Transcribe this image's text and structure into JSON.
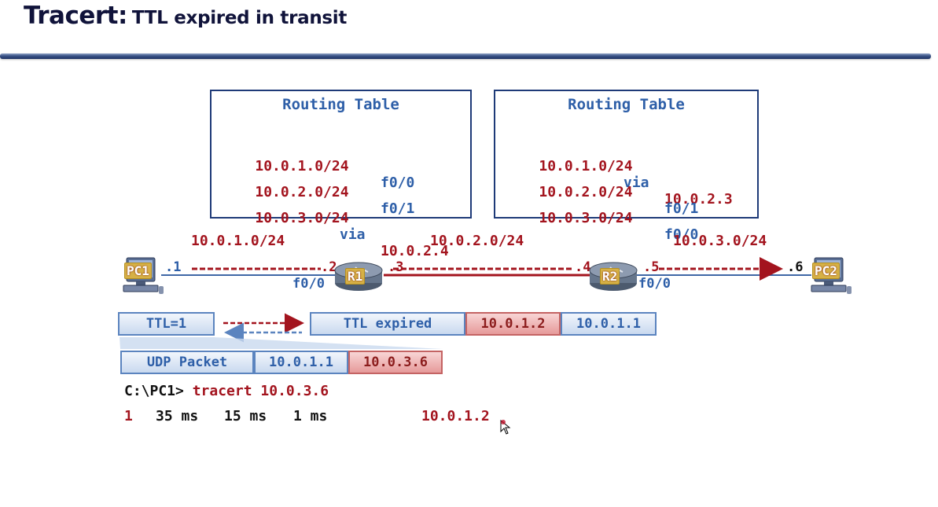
{
  "title": {
    "main": "Tracert:",
    "sub": "TTL expired in transit"
  },
  "routing_tables": [
    {
      "title": "Routing Table",
      "rows": [
        {
          "network": "10.0.1.0/24",
          "next": "f0/0"
        },
        {
          "network": "10.0.2.0/24",
          "next": "f0/1"
        },
        {
          "network": "10.0.3.0/24",
          "via": "via",
          "next": "10.0.2.4"
        }
      ]
    },
    {
      "title": "Routing Table",
      "rows": [
        {
          "network": "10.0.1.0/24",
          "via": "via",
          "next": "10.0.2.3"
        },
        {
          "network": "10.0.2.0/24",
          "next": "f0/1"
        },
        {
          "network": "10.0.3.0/24",
          "next": "f0/0"
        }
      ]
    }
  ],
  "networks": [
    "10.0.1.0/24",
    "10.0.2.0/24",
    "10.0.3.0/24"
  ],
  "devices": {
    "pc1": "PC1",
    "r1": "R1",
    "r2": "R2",
    "pc2": "PC2"
  },
  "addresses": {
    "pc1": ".1",
    "r1_left": ".2",
    "r1_right": ".3",
    "r2_left": ".4",
    "r2_right": ".5",
    "pc2": ".6"
  },
  "interfaces": {
    "r1": "f0/0",
    "r2": "f0/0"
  },
  "packets": {
    "ttl": "TTL=1",
    "reply": {
      "type": "TTL expired",
      "src": "10.0.1.2",
      "dst": "10.0.1.1"
    },
    "request": {
      "type": "UDP Packet",
      "src": "10.0.1.1",
      "dst": "10.0.3.6"
    }
  },
  "console": {
    "prompt": "C:\\PC1>",
    "command": "tracert 10.0.3.6",
    "result": {
      "hop": "1",
      "t1": "35 ms",
      "t2": "15 ms",
      "t3": "1 ms",
      "address": "10.0.1.2"
    }
  },
  "colors": {
    "red": "#a3141e",
    "blue": "#2e5fa8",
    "navy": "#10133a"
  }
}
